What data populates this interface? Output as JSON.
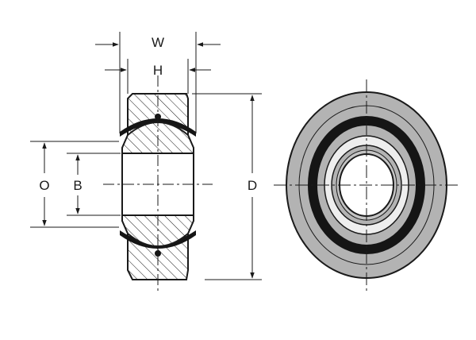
{
  "labels": {
    "width": "W",
    "height": "H",
    "outer": "O",
    "bore": "B",
    "diameter": "D"
  },
  "colors": {
    "stroke": "#1a1a1a",
    "ring_fill": "#b3b3b3",
    "ball_fill": "#eeeeee",
    "seal_band": "#151515",
    "background": "#ffffff"
  }
}
